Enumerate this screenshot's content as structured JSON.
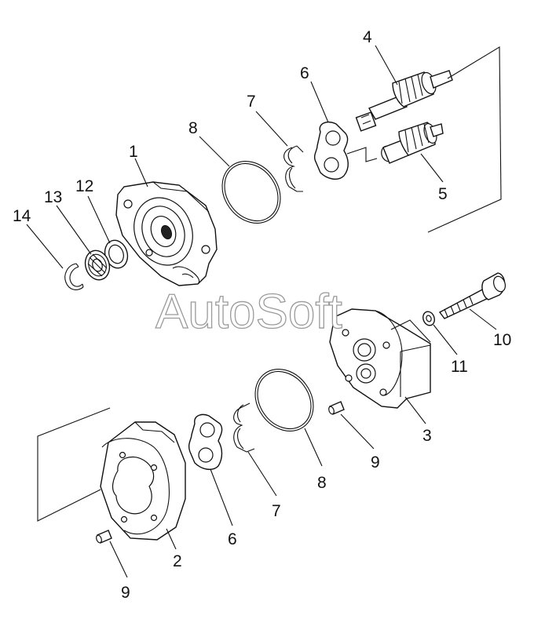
{
  "watermark": "AutoSoft",
  "callouts": {
    "c1": "1",
    "c2": "2",
    "c3": "3",
    "c4": "4",
    "c5": "5",
    "c6_top": "6",
    "c6_bottom": "6",
    "c7_top": "7",
    "c7_bottom": "7",
    "c8_top": "8",
    "c8_bottom": "8",
    "c9_right": "9",
    "c9_left": "9",
    "c10": "10",
    "c11": "11",
    "c12": "12",
    "c13": "13",
    "c14": "14"
  }
}
